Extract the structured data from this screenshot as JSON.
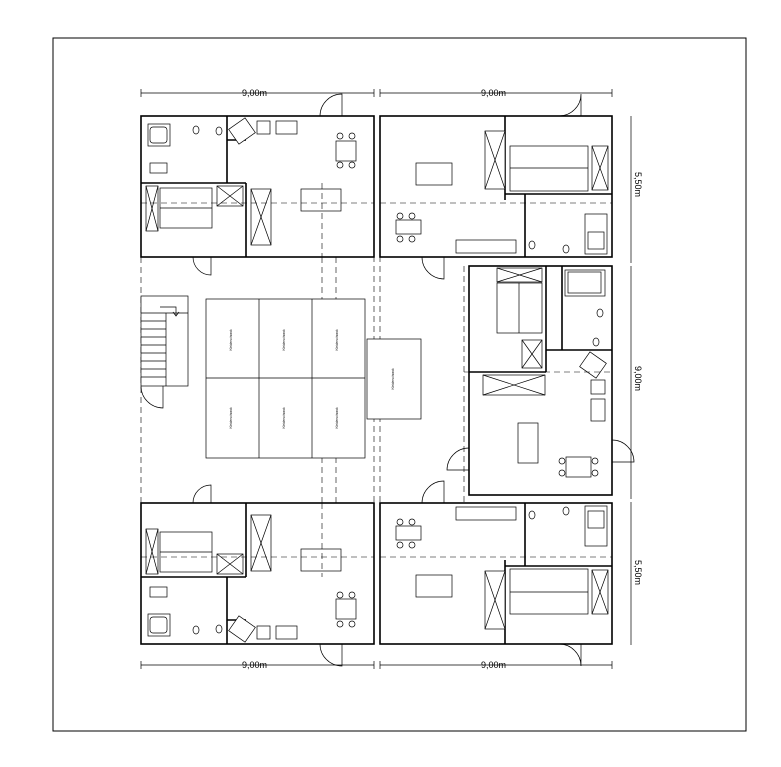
{
  "drawing": {
    "dimensions": {
      "top_left": "9,00m",
      "top_right": "9,00m",
      "bottom_left": "9,00m",
      "bottom_right": "9,00m",
      "right_upper": "5,50m",
      "right_middle": "9,00m",
      "right_lower": "5,50m"
    },
    "equipment_labels": [
      "Kleiderschrank",
      "Kleiderschrank",
      "Kleiderschrank",
      "Kleiderschrank",
      "Kleiderschrank",
      "Kleiderschrank",
      "Kleiderschrank"
    ]
  }
}
